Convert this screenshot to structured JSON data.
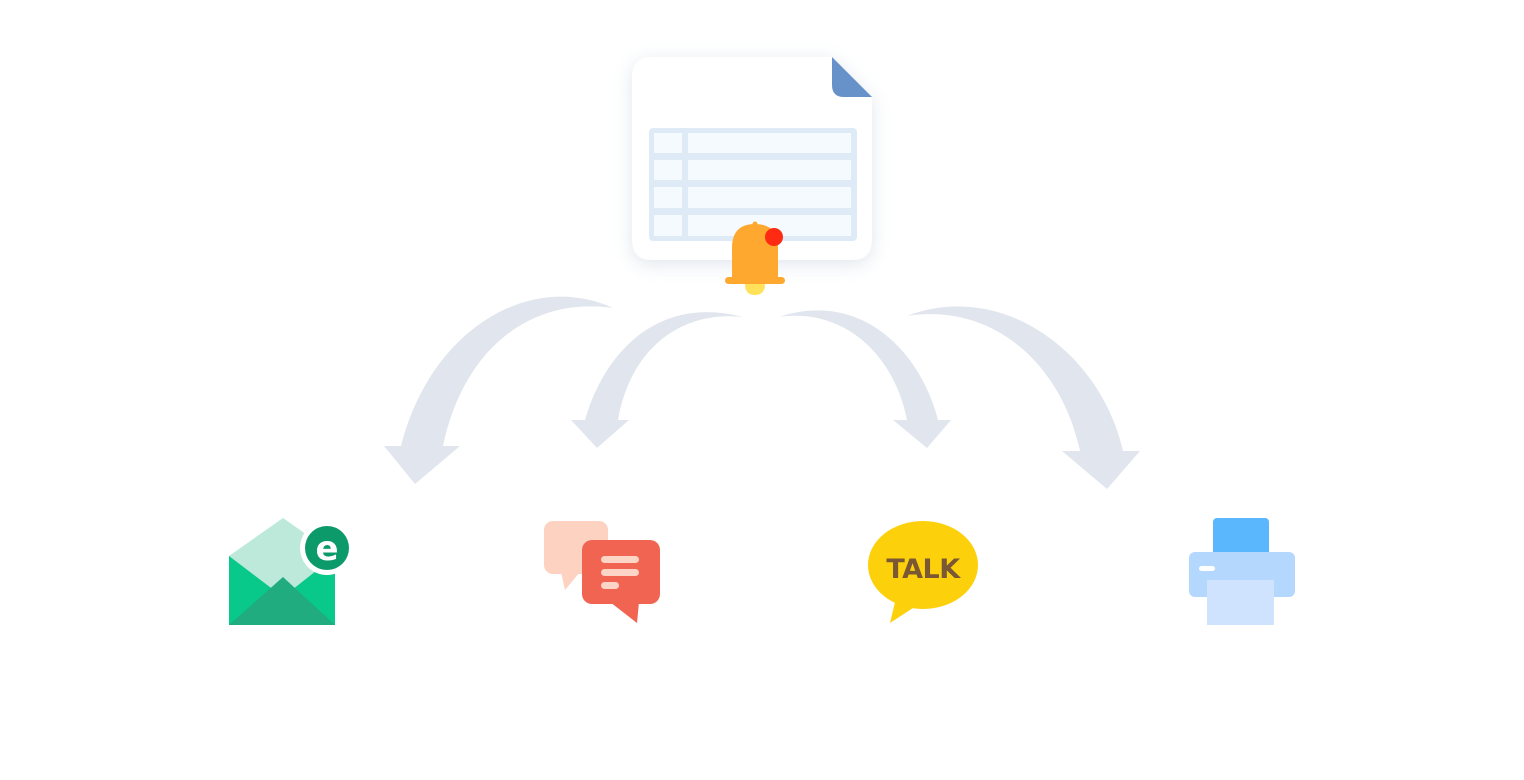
{
  "diagram": {
    "source": {
      "icon": "spreadsheet-document-icon",
      "notification_icon": "notification-bell-icon"
    },
    "destinations": [
      {
        "id": "email",
        "icon": "email-envelope-icon",
        "badge_letter": "e"
      },
      {
        "id": "sms",
        "icon": "chat-bubbles-icon"
      },
      {
        "id": "kakaotalk",
        "icon": "talk-bubble-icon",
        "label": "TALK"
      },
      {
        "id": "print",
        "icon": "printer-icon"
      }
    ]
  },
  "colors": {
    "arrow": "#e1e6ee",
    "doc_border": "#e4eef9",
    "doc_corner": "#6792c9",
    "grid": "#deebf7",
    "grid_cell": "#f5faff",
    "bell": "#fea82f",
    "bell_dot": "#ff2a12",
    "email_dark": "#20ac7e",
    "email_mid": "#08c88a",
    "email_light": "#bce9d9",
    "email_badge": "#0c9a6a",
    "chat_back": "#fdd2c0",
    "chat_front": "#f06451",
    "chat_lines": "#fdd5c6",
    "talk_bg": "#fdd00c",
    "talk_text": "#7a5833",
    "printer_top": "#5ab7fd",
    "printer_body": "#b3d7fd",
    "printer_paper": "#cfe3fe"
  }
}
